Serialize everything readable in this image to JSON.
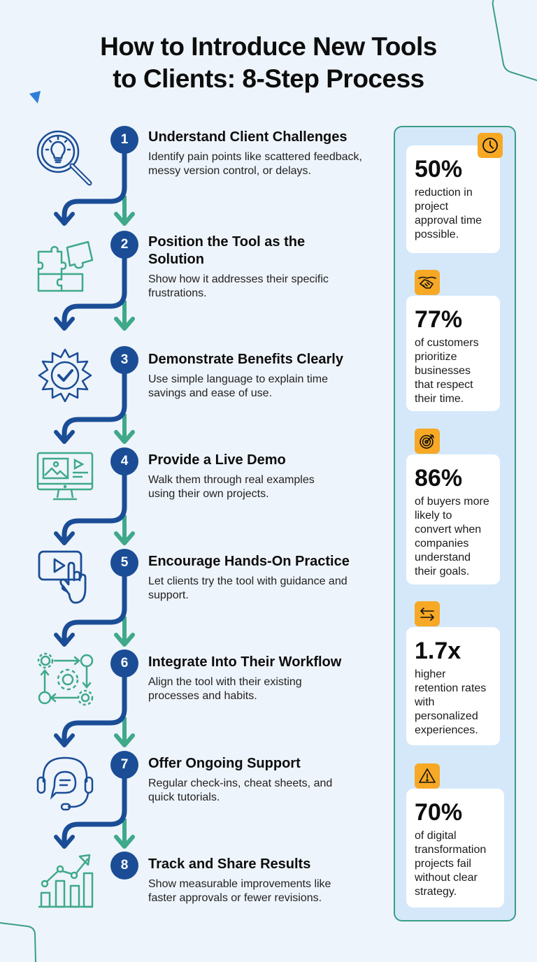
{
  "title": {
    "line1": "How to Introduce New Tools",
    "line2": "to Clients: 8-Step Process"
  },
  "colors": {
    "background": "#eef4fb",
    "primary_blue": "#1a4d96",
    "accent_green": "#3fa98a",
    "badge_orange": "#f7a825",
    "panel_bg": "#d4e8fa",
    "panel_border": "#3a9e84"
  },
  "steps": [
    {
      "number": "1",
      "title": "Understand Client Challenges",
      "description": "Identify pain points like scattered feedback, messy version control, or delays.",
      "icon": "lightbulb-magnifier-icon"
    },
    {
      "number": "2",
      "title": "Position the Tool as the Solution",
      "description": "Show how it addresses their specific frustrations.",
      "icon": "puzzle-icon"
    },
    {
      "number": "3",
      "title": "Demonstrate Benefits Clearly",
      "description": "Use simple language to explain time savings and ease of use.",
      "icon": "badge-check-icon"
    },
    {
      "number": "4",
      "title": "Provide a Live Demo",
      "description": "Walk them through real examples using their own projects.",
      "icon": "monitor-media-icon"
    },
    {
      "number": "5",
      "title": "Encourage Hands-On Practice",
      "description": "Let clients try the tool with guidance and support.",
      "icon": "video-touch-icon"
    },
    {
      "number": "6",
      "title": "Integrate Into Their Workflow",
      "description": "Align the tool with their existing processes and habits.",
      "icon": "workflow-gears-icon"
    },
    {
      "number": "7",
      "title": "Offer Ongoing Support",
      "description": "Regular check-ins, cheat sheets, and quick tutorials.",
      "icon": "headset-chat-icon"
    },
    {
      "number": "8",
      "title": "Track and Share Results",
      "description": "Show measurable improvements like faster approvals or fewer revisions.",
      "icon": "growth-chart-icon"
    }
  ],
  "stats": [
    {
      "value": "50%",
      "description": "reduction in project approval time possible.",
      "icon": "clock-icon"
    },
    {
      "value": "77%",
      "description": "of customers prioritize businesses that respect their time.",
      "icon": "handshake-icon"
    },
    {
      "value": "86%",
      "description": "of buyers more likely to convert when companies understand their goals.",
      "icon": "target-icon"
    },
    {
      "value": "1.7x",
      "description": "higher retention rates with personalized experiences.",
      "icon": "swap-arrows-icon"
    },
    {
      "value": "70%",
      "description": "of digital transformation projects fail without clear strategy.",
      "icon": "warning-icon"
    }
  ]
}
